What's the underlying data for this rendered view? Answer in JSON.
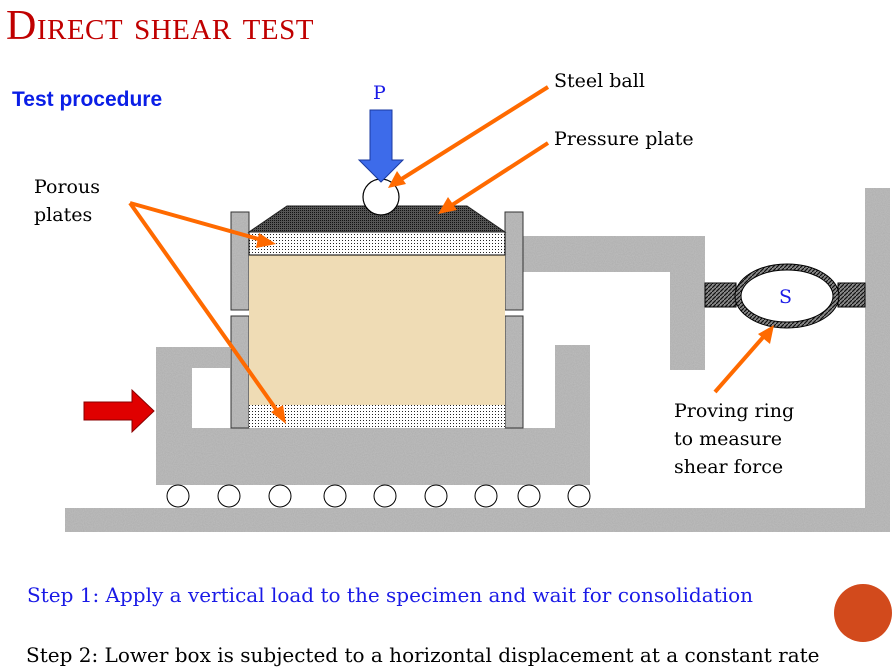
{
  "title": "Direct shear test",
  "subtitle": "Test procedure",
  "diagram": {
    "load_label": "P",
    "ring_label": "S",
    "labels": {
      "steel_ball": "Steel ball",
      "pressure_plate": "Pressure plate",
      "porous_plates_line1": "Porous",
      "porous_plates_line2": "plates",
      "proving_ring_line1": "Proving ring",
      "proving_ring_line2": "to measure",
      "proving_ring_line3": "shear force"
    },
    "colors": {
      "arrow": "#ff6a00",
      "load_arrow": "#3d6bea",
      "push_arrow": "#e00000",
      "soil": "#efdcb5",
      "frame": "#a8a8a8"
    }
  },
  "steps": {
    "step1": "Step 1: Apply a vertical load to the specimen and wait for consolidation",
    "step2": "Step 2: Lower box is subjected to a horizontal displacement at a constant rate"
  }
}
